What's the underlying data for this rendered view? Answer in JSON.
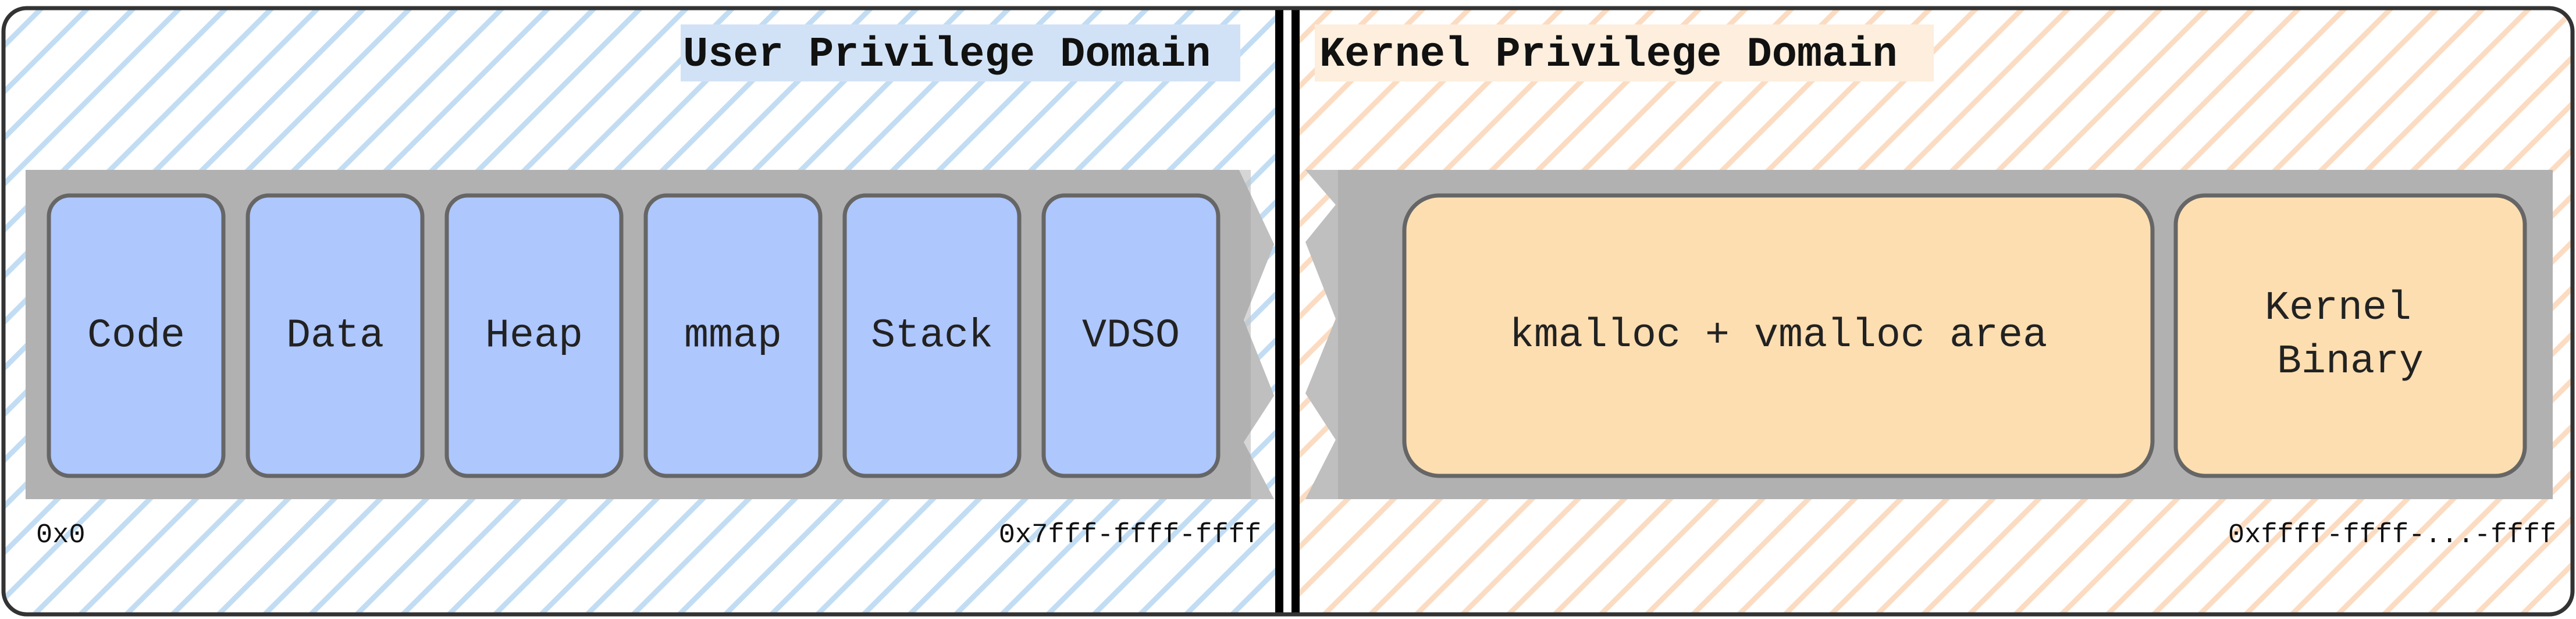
{
  "user_domain": {
    "title": "User Privilege Domain",
    "segments": [
      {
        "label": "Code"
      },
      {
        "label": "Data"
      },
      {
        "label": "Heap"
      },
      {
        "label": "mmap"
      },
      {
        "label": "Stack"
      },
      {
        "label": "VDSO"
      }
    ],
    "addr_start": "0x0",
    "addr_end": "0x7fff-ffff-ffff"
  },
  "kernel_domain": {
    "title": "Kernel Privilege Domain",
    "segments": [
      {
        "label_lines": [
          "kmalloc + vmalloc area"
        ]
      },
      {
        "label_lines": [
          "Kernel",
          "Binary"
        ]
      }
    ],
    "addr_end": "0xffff-ffff-...-ffff"
  },
  "colors": {
    "user_hatch": "#c2ddf3",
    "kernel_hatch": "#fbdcc2",
    "user_title_bg": "#d2e2f6",
    "kernel_title_bg": "#fdeedd",
    "user_segment_fill": "#aec7fd",
    "kernel_segment_fill": "#fddeb1",
    "segment_stroke": "#666666",
    "bar_fill": "#b1b1b1",
    "frame_stroke": "#333333",
    "divider": "#000000"
  }
}
